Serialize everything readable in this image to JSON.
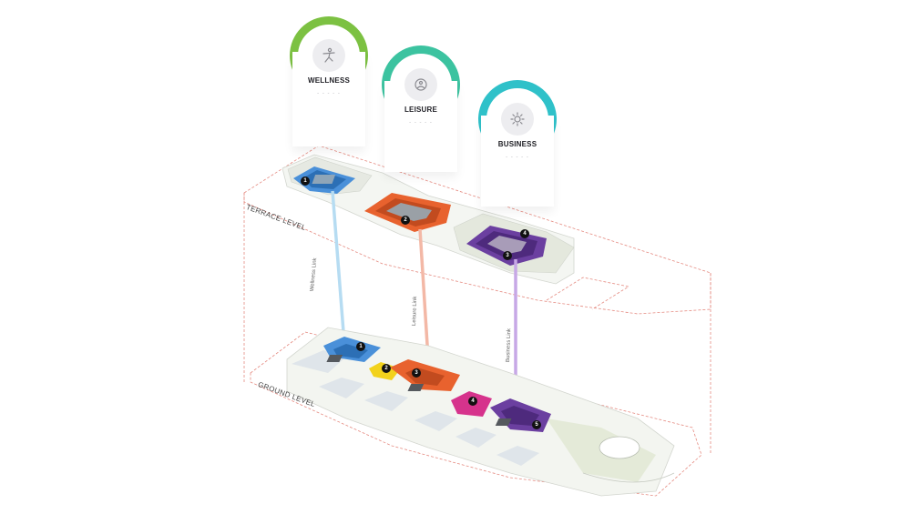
{
  "cards": [
    {
      "id": "wellness",
      "title": "WELLNESS",
      "dots": "- - - - -",
      "color": "#7cc142",
      "icon": "person-yoga-icon"
    },
    {
      "id": "leisure",
      "title": "LEISURE",
      "dots": "- - - - -",
      "color": "#3cc3a0",
      "icon": "leisure-icon"
    },
    {
      "id": "business",
      "title": "BUSINESS",
      "dots": "- - - - -",
      "color": "#2fc1c9",
      "icon": "business-gear-icon"
    }
  ],
  "levels": {
    "terrace": "TERRACE LEVEL",
    "ground": "GROUND LEVEL"
  },
  "links": {
    "wellness": "Wellness Link",
    "leisure": "Leisure Link",
    "business": "Business Link"
  },
  "markers": {
    "terrace": [
      "1",
      "2",
      "4",
      "3"
    ],
    "ground": [
      "1",
      "2",
      "3",
      "4",
      "5"
    ]
  },
  "colors": {
    "wellness_zone": "#4a90d9",
    "leisure_zone": "#e8622e",
    "business_zone": "#6b3fa0",
    "ground_yellow": "#f2d21c",
    "ground_pink": "#d6338c",
    "outline": "#e57373",
    "wellness_link": "#b6dcf2",
    "leisure_link": "#f3b8a6",
    "business_link": "#c7a8e6"
  }
}
